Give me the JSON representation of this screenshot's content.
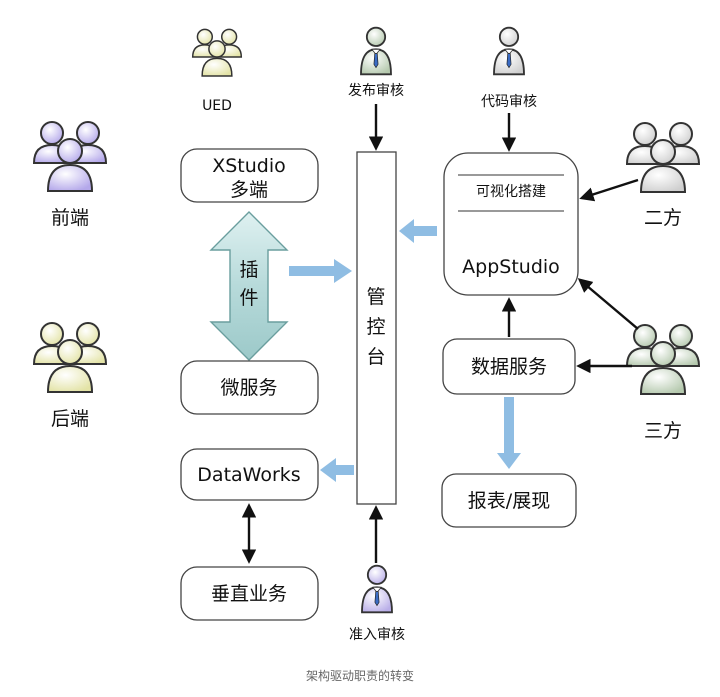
{
  "actors": {
    "ued": "UED",
    "publish_review": "发布审核",
    "code_review": "代码审核",
    "frontend": "前端",
    "backend": "后端",
    "second_party": "二方",
    "third_party": "三方",
    "access_review": "准入审核"
  },
  "boxes": {
    "xstudio_line1": "XStudio",
    "xstudio_line2": "多端",
    "plugin_char1": "插",
    "plugin_char2": "件",
    "microservice": "微服务",
    "dataworks": "DataWorks",
    "vertical_business": "垂直业务",
    "console_char1": "管",
    "console_char2": "控",
    "console_char3": "台",
    "visual_build": "可视化搭建",
    "appstudio": "AppStudio",
    "data_service": "数据服务",
    "report_display": "报表/展现"
  },
  "caption": "架构驱动职责的转变",
  "colors": {
    "group_purple": "#c9c0f0",
    "group_yellow": "#eeeec0",
    "group_grey": "#e6e6e6",
    "group_green": "#cfdcc9",
    "tie_blue": "#3b6cc4",
    "arrow_blue": "#8fbde3",
    "plugin_teal": "#bfe0e0"
  }
}
